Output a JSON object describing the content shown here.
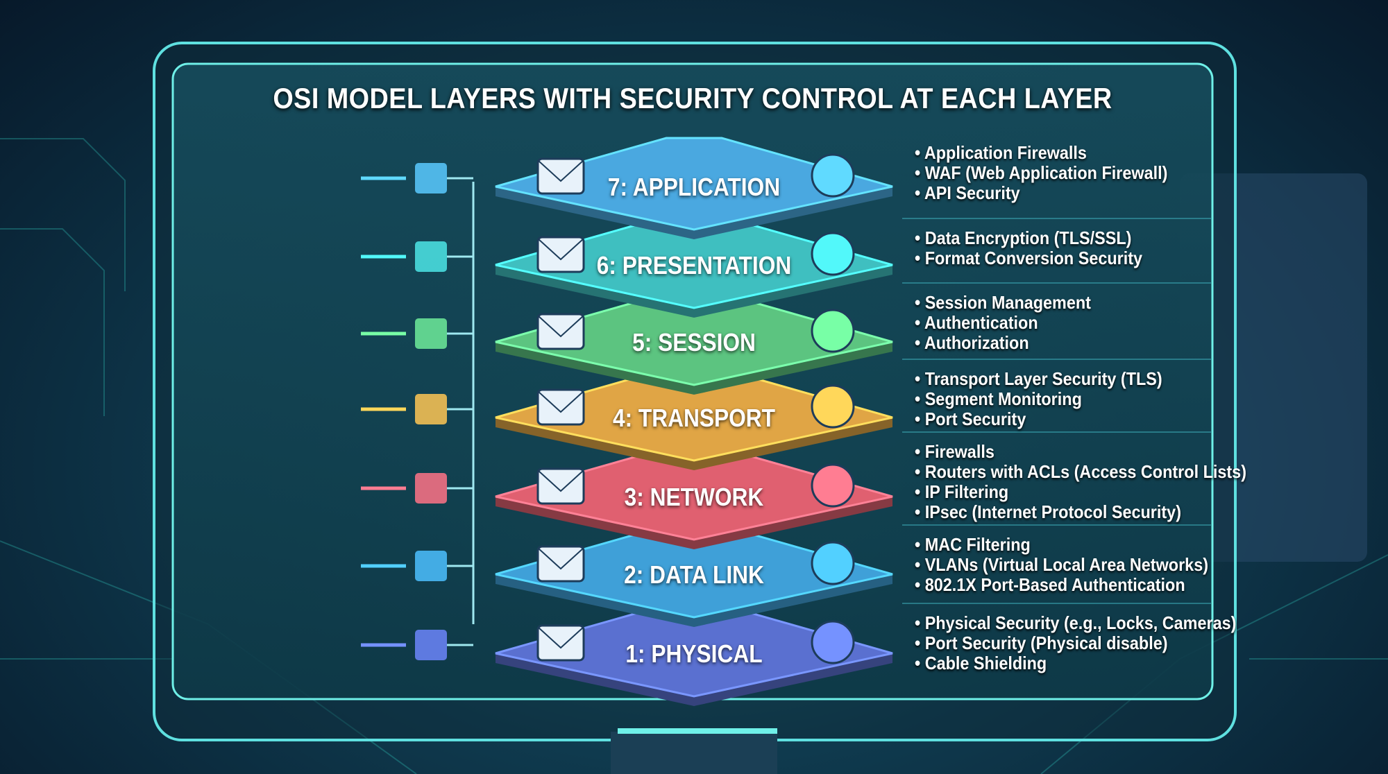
{
  "title": "OSI MODEL LAYERS WITH SECURITY CONTROL AT EACH LAYER",
  "layers": [
    {
      "label": "7: APPLICATION",
      "color": "#4aa8e0",
      "left_icon": "email-icon",
      "right_icon": "shield-icon",
      "controls": [
        "Application Firewalls",
        "WAF (Web Application Firewall)",
        "API Security"
      ]
    },
    {
      "label": "6: PRESENTATION",
      "color": "#3fbfc0",
      "left_icon": "document-lock-icon",
      "right_icon": "padlock-icon",
      "controls": [
        "Data Encryption (TLS/SSL)",
        "Format Conversion Security"
      ]
    },
    {
      "label": "5: SESSION",
      "color": "#5cc480",
      "left_icon": "handshake-icon",
      "right_icon": "users-exchange-icon",
      "controls": [
        "Session Management",
        "Authentication",
        "Authorization"
      ]
    },
    {
      "label": "4: TRANSPORT",
      "color": "#e0a545",
      "left_icon": "tcp-segment-icon",
      "right_icon": "bidirectional-arrows-icon",
      "controls": [
        "Transport Layer Security (TLS)",
        "Segment Monitoring",
        "Port Security"
      ]
    },
    {
      "label": "3: NETWORK",
      "color": "#e06070",
      "left_icon": "router-icon",
      "right_icon": "globe-icon",
      "controls": [
        "Firewalls",
        "Routers with ACLs (Access Control Lists)",
        "IP Filtering",
        "IPsec (Internet Protocol Security)"
      ]
    },
    {
      "label": "2: DATA LINK",
      "color": "#3fa0d8",
      "left_icon": "switch-icon",
      "right_icon": "network-card-icon",
      "controls": [
        "MAC Filtering",
        "VLANs (Virtual Local Area Networks)",
        "802.1X Port-Based Authentication"
      ]
    },
    {
      "label": "1: PHYSICAL",
      "color": "#5a70d0",
      "left_icon": "cable-plug-icon",
      "right_icon": "locked-door-icon",
      "controls": [
        "Physical Security (e.g., Locks, Cameras)",
        "Port Security (Physical disable)",
        "Cable Shielding"
      ]
    }
  ]
}
